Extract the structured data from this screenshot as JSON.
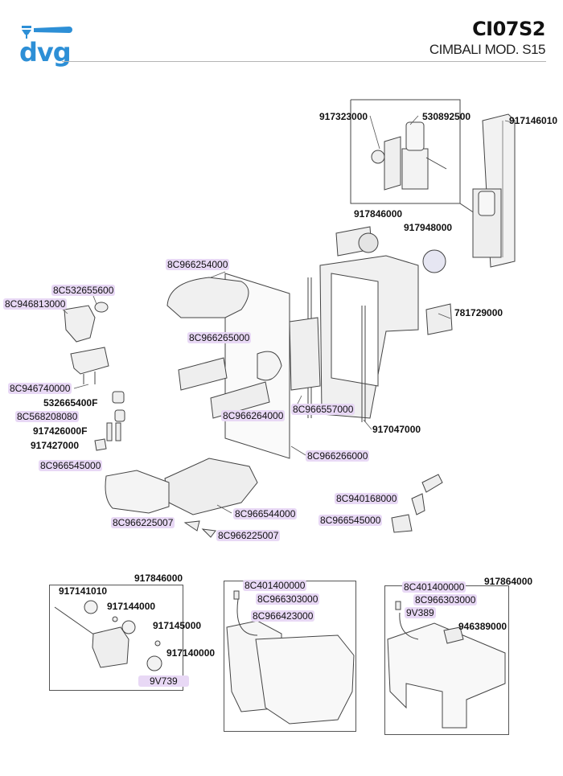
{
  "brand": {
    "logo_text": "dvg",
    "logo_color": "#2d8fd6"
  },
  "header": {
    "code": "CI07S2",
    "model": "CIMBALI MOD. S15"
  },
  "highlight_color": "#e8d8f5",
  "parts": {
    "p917323000": "917323000",
    "p530892500": "530892500",
    "p917146010": "917146010",
    "p917846000_top": "917846000",
    "p917948000": "917948000",
    "p781729000": "781729000",
    "p8C966254000": "8C966254000",
    "p8C532655600": "8C532655600",
    "p8C946813000": "8C946813000",
    "p8C966265000": "8C966265000",
    "p8C946740000": "8C946740000",
    "p532665400F": "532665400F",
    "p8C568208080": "8C568208080",
    "p917426000F": "917426000F",
    "p917427000": "917427000",
    "p8C966264000": "8C966264000",
    "p8C966557000": "8C966557000",
    "p917047000": "917047000",
    "p8C966266000": "8C966266000",
    "p8C966545000_left": "8C966545000",
    "p8C966544000": "8C966544000",
    "p8C966225007_a": "8C966225007",
    "p8C966225007_b": "8C966225007",
    "p8C940168000": "8C940168000",
    "p8C966545000_right": "8C966545000"
  },
  "inset_gearbox": {
    "title": "917846000",
    "parts": [
      "917141010",
      "917144000",
      "917145000",
      "917140000",
      "9V739"
    ]
  },
  "inset_tank_a": {
    "parts": [
      "8C401400000",
      "8C966303000",
      "8C966423000"
    ]
  },
  "inset_tank_b": {
    "title": "917864000",
    "parts": [
      "8C401400000",
      "8C966303000",
      "9V389",
      "946389000"
    ]
  }
}
